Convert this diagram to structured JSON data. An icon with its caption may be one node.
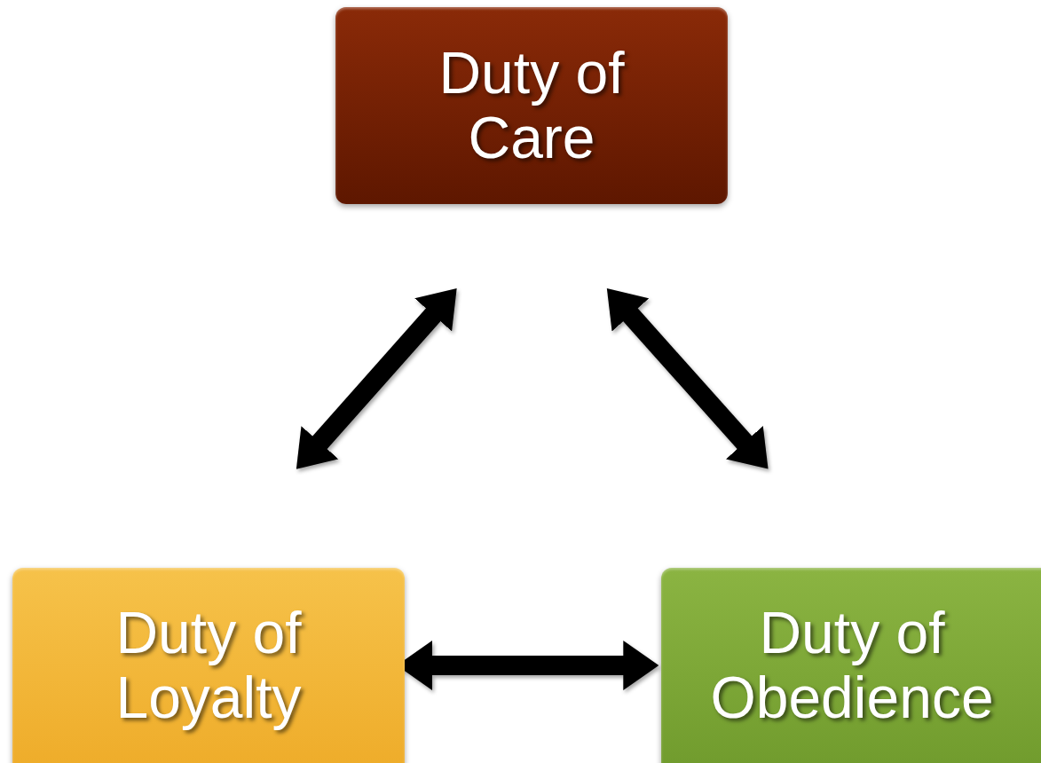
{
  "diagram": {
    "nodes": [
      {
        "text": [
          "Duty of Care"
        ]
      },
      {
        "text": [
          "Duty of Loyalty"
        ]
      },
      {
        "text": [
          "Duty of Obedience"
        ]
      }
    ],
    "edges": [
      {
        "from": 0,
        "to": 1,
        "arrow": "both"
      },
      {
        "from": 0,
        "to": 2,
        "arrow": "both"
      },
      {
        "from": 1,
        "to": 2,
        "arrow": "both"
      }
    ]
  }
}
